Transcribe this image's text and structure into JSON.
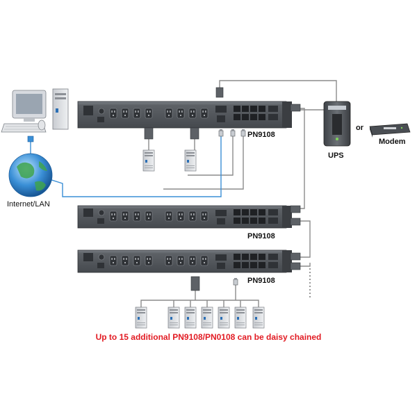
{
  "labels": {
    "pdu_model_1": "PN9108",
    "pdu_model_2": "PN9108",
    "pdu_model_3": "PN9108",
    "ups": "UPS",
    "or": "or",
    "modem": "Modem",
    "network": "Internet/LAN"
  },
  "caption": "Up to 15 additional PN9108/PN0108 can be daisy chained",
  "colors": {
    "caption": "#e21b23",
    "network_link": "#3a8fd6",
    "cable": "#8c8c8c",
    "pdu_body": "#5d6166",
    "pdu_front": "#4a4e53",
    "ethernet_port": "#2a2c2f"
  },
  "pdus": [
    {
      "model_ref": "pdu_model_1"
    },
    {
      "model_ref": "pdu_model_2"
    },
    {
      "model_ref": "pdu_model_3"
    }
  ],
  "icons": {
    "workstation": "desktop-computer-icon",
    "globe": "globe-icon",
    "ups": "ups-icon",
    "modem": "modem-icon",
    "server": "server-tower-icon",
    "power_plug": "power-plug-icon"
  }
}
